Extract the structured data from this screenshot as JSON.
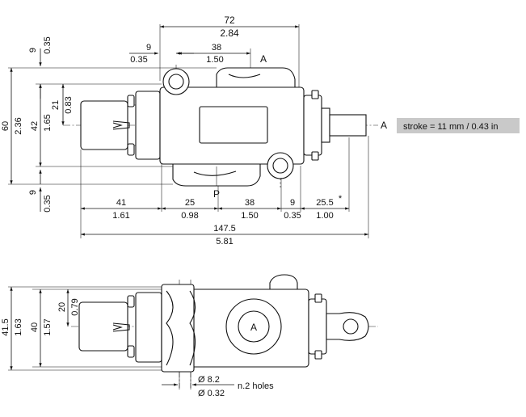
{
  "top_view": {
    "width_overall": {
      "mm": "72",
      "in": "2.84"
    },
    "port_a_offset": {
      "mm": "9",
      "in": "0.35"
    },
    "port_a_distance": {
      "mm": "38",
      "in": "1.50"
    },
    "port_a_label": "A",
    "top_margin": {
      "mm": "9",
      "in": "0.35"
    },
    "height_total": {
      "mm": "60",
      "in": "2.36"
    },
    "height_body": {
      "mm": "42",
      "in": "1.65"
    },
    "height_half": {
      "mm": "21",
      "in": "0.83"
    },
    "bottom_margin": {
      "mm": "9",
      "in": "0.35"
    },
    "port_p_label": "P",
    "spool_a_label": "A",
    "stroke_note": "stroke = 11 mm /  0.43 in",
    "bottom_dims": {
      "d1": {
        "mm": "41",
        "in": "1.61"
      },
      "d2": {
        "mm": "25",
        "in": "0.98"
      },
      "d3": {
        "mm": "38",
        "in": "1.50"
      },
      "d4": {
        "mm": "9",
        "in": "0.35"
      },
      "d5": {
        "mm": "25.5",
        "in": "1.00",
        "mark": "*"
      }
    },
    "length_total": {
      "mm": "147.5",
      "in": "5.81"
    }
  },
  "side_view": {
    "height_total": {
      "mm": "41.5",
      "in": "1.63"
    },
    "height_body": {
      "mm": "40",
      "in": "1.57"
    },
    "height_half": {
      "mm": "20",
      "in": "0.79"
    },
    "port_label": "A",
    "hole_dia": {
      "mm": "Ø 8.2",
      "in": "Ø 0.32"
    },
    "holes_note": "n.2 holes"
  }
}
